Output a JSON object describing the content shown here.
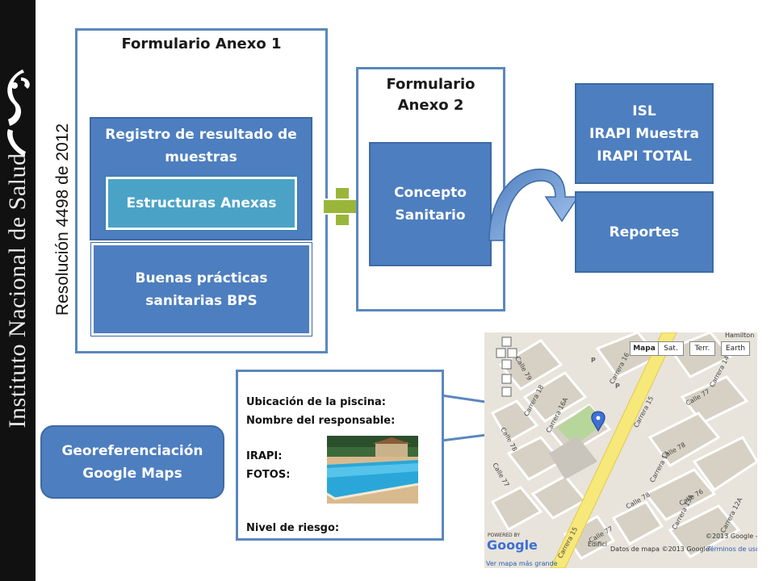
{
  "sidebar": {
    "institution_name": "Instituto Nacional de Salud"
  },
  "resolucion": "Resolución 4498 de 2012",
  "anexo1": {
    "title": "Formulario Anexo 1",
    "registro": [
      "Registro de resultado de",
      "muestras"
    ],
    "estructuras": "Estructuras Anexas",
    "bps": [
      "Buenas prácticas",
      "sanitarias BPS"
    ]
  },
  "anexo2": {
    "title": [
      "Formulario",
      "Anexo 2"
    ],
    "concepto": [
      "Concepto",
      "Sanitario"
    ]
  },
  "outputs": {
    "isl": [
      "ISL",
      "IRAPI Muestra",
      "IRAPI TOTAL"
    ],
    "reportes": "Reportes"
  },
  "georef": [
    "Georeferenciación",
    "Google Maps"
  ],
  "info_panel": {
    "ubicacion": "Ubicación de la piscina:",
    "responsable": "Nombre del responsable:",
    "irapi": "IRAPI:",
    "fotos": "FOTOS:",
    "nivel": "Nivel de riesgo:"
  },
  "map": {
    "types": [
      "Mapa",
      "Sat.",
      "Terr.",
      "Earth"
    ],
    "roads": [
      "Carrera 15",
      "Carrera 16",
      "Carrera 14",
      "Calle 79",
      "Calle 78",
      "Calle 77",
      "Calle 76",
      "Carrera 13A",
      "Carrera 12A",
      "Carrera 18",
      "Carrera 16A",
      "Calle 77",
      "Calle 78",
      "Carrera 14",
      "Calle 78",
      "Calle 77",
      "Carrera 15"
    ],
    "hamilton": "Hamilton",
    "powered_by": "POWERED BY",
    "google": "Google",
    "copyright": "©2013 Google -",
    "datos": "Datos de mapa ©2013 Google -",
    "terminos": "Términos de uso",
    "edificio": "Edifici",
    "ver_mapa": "Ver mapa más grande",
    "poi": "P"
  },
  "colors": {
    "panel_border": "#5b87bf",
    "box_blue": "#4d7ebf",
    "box_cyan": "#4aa3c6",
    "plus_green": "#9ab63a",
    "arrow_blue": "#7aa6e0"
  }
}
